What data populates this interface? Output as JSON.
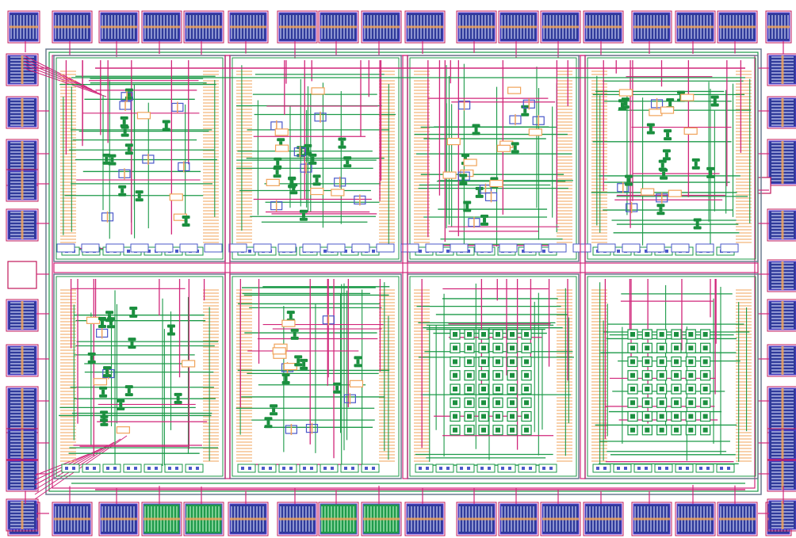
{
  "layout": {
    "palette": {
      "background": "#ffffff",
      "pad_fill": "#2f3a9a",
      "pad_stroke": "#5b3bd6",
      "pad_green": "#1f9a4a",
      "pad_border": "#c2185b",
      "metal1_green": "#1c9a48",
      "metal2_magenta": "#d1267a",
      "poly_orange": "#f0a35a",
      "diff_blue": "#4b59c9",
      "via": "#1b8f3f",
      "outline_gray": "#6a7c8f"
    },
    "top_pads_count": 18,
    "bottom_pads_count": 18,
    "left_pads_count": 12,
    "right_pads_count": 12,
    "blocks": [
      {
        "row": 1,
        "col": 1,
        "variant": "ring"
      },
      {
        "row": 1,
        "col": 2,
        "variant": "logic"
      },
      {
        "row": 1,
        "col": 3,
        "variant": "logic"
      },
      {
        "row": 1,
        "col": 4,
        "variant": "logic"
      },
      {
        "row": 2,
        "col": 1,
        "variant": "ring"
      },
      {
        "row": 2,
        "col": 2,
        "variant": "ring"
      },
      {
        "row": 2,
        "col": 3,
        "variant": "array"
      },
      {
        "row": 2,
        "col": 4,
        "variant": "array"
      }
    ]
  }
}
